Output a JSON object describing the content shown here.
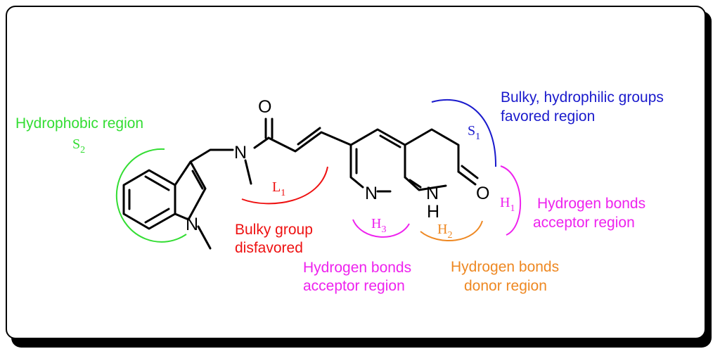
{
  "colors": {
    "green": "#33dd33",
    "red": "#ee1111",
    "blue": "#1a1acc",
    "magenta": "#ee22ee",
    "orange": "#ee8822"
  },
  "atoms": {
    "O_amide": "O",
    "N_amide": "N",
    "N_indole": "N",
    "N_pyridine": "N",
    "NH_N": "N",
    "NH_H": "H",
    "O_lactam": "O"
  },
  "regions": {
    "s2_title": "Hydrophobic region",
    "s2_label": "S",
    "s2_sub": "2",
    "l1_label": "L",
    "l1_sub": "1",
    "l1_desc_line1": "Bulky group",
    "l1_desc_line2": "disfavored",
    "s1_label": "S",
    "s1_sub": "1",
    "s1_desc_line1": "Bulky, hydrophilic groups",
    "s1_desc_line2": "favored region",
    "h1_label": "H",
    "h1_sub": "1",
    "h1_desc_line1": "Hydrogen bonds",
    "h1_desc_line2": "acceptor region",
    "h2_label": "H",
    "h2_sub": "2",
    "h2_desc_line1": "Hydrogen bonds",
    "h2_desc_line2": "donor region",
    "h3_label": "H",
    "h3_sub": "3",
    "h3_desc_line1": "Hydrogen bonds",
    "h3_desc_line2": "acceptor region"
  }
}
